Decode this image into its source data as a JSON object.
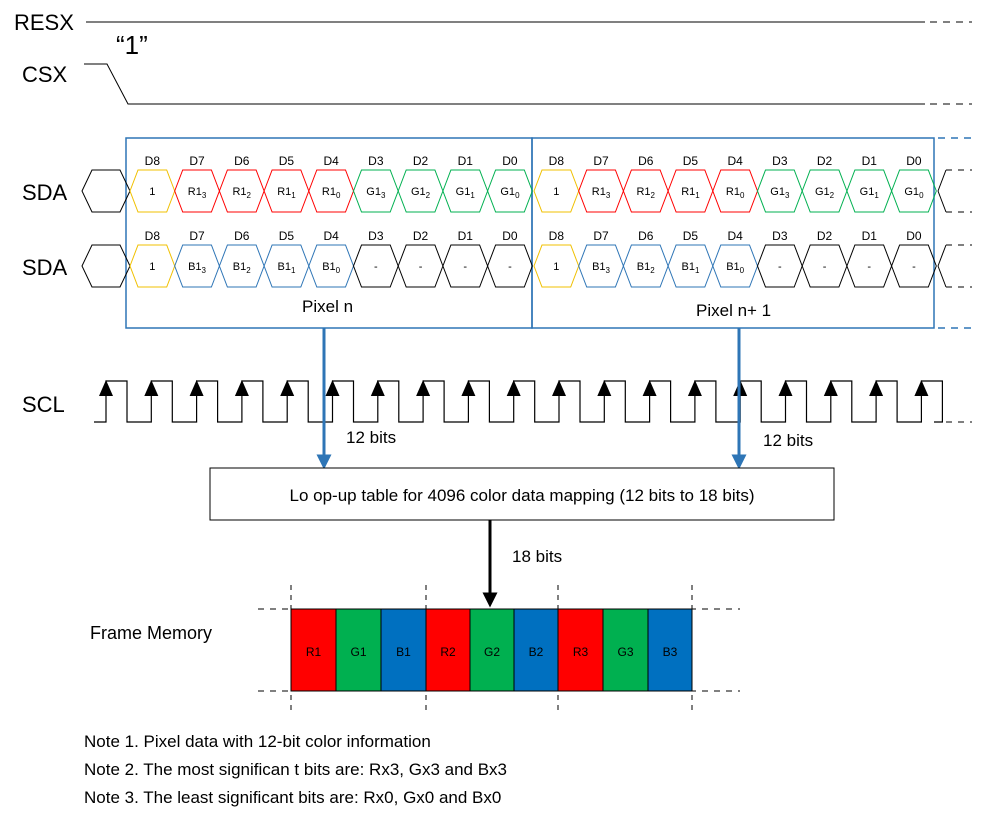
{
  "signals": {
    "resx": "RESX",
    "resx_level": "“1”",
    "csx": "CSX",
    "sda": "SDA",
    "scl": "SCL"
  },
  "bit_headers": [
    "D8",
    "D7",
    "D6",
    "D5",
    "D4",
    "D3",
    "D2",
    "D1",
    "D0"
  ],
  "sda_row1_cells": [
    {
      "base": "1",
      "sub": ""
    },
    {
      "base": "R1",
      "sub": "3"
    },
    {
      "base": "R1",
      "sub": "2"
    },
    {
      "base": "R1",
      "sub": "1"
    },
    {
      "base": "R1",
      "sub": "0"
    },
    {
      "base": "G1",
      "sub": "3"
    },
    {
      "base": "G1",
      "sub": "2"
    },
    {
      "base": "G1",
      "sub": "1"
    },
    {
      "base": "G1",
      "sub": "0"
    }
  ],
  "sda_row2_cells": [
    {
      "base": "1",
      "sub": ""
    },
    {
      "base": "B1",
      "sub": "3"
    },
    {
      "base": "B1",
      "sub": "2"
    },
    {
      "base": "B1",
      "sub": "1"
    },
    {
      "base": "B1",
      "sub": "0"
    },
    {
      "base": "-",
      "sub": ""
    },
    {
      "base": "-",
      "sub": ""
    },
    {
      "base": "-",
      "sub": ""
    },
    {
      "base": "-",
      "sub": ""
    }
  ],
  "pixel_labels": [
    "Pixel n",
    "Pixel n+ 1"
  ],
  "arrow_labels": {
    "left": "12 bits",
    "right": "12 bits",
    "down": "18 bits"
  },
  "lut_label": "Lo op-up table for 4096 color data mapping (12 bits to 18 bits)",
  "frame_memory": {
    "label": "Frame Memory",
    "cells": [
      {
        "label": "R1",
        "color": "#ff0000"
      },
      {
        "label": "G1",
        "color": "#00b050"
      },
      {
        "label": "B1",
        "color": "#0070c0"
      },
      {
        "label": "R2",
        "color": "#ff0000"
      },
      {
        "label": "G2",
        "color": "#00b050"
      },
      {
        "label": "B2",
        "color": "#0070c0"
      },
      {
        "label": "R3",
        "color": "#ff0000"
      },
      {
        "label": "G3",
        "color": "#00b050"
      },
      {
        "label": "B3",
        "color": "#0070c0"
      }
    ]
  },
  "notes": [
    "Note 1. Pixel data with 12-bit color  information",
    "Note 2. The most significan t bits are: Rx3, Gx3 and Bx3",
    "Note 3. The least significant bits are: Rx0, Gx0 and Bx0"
  ],
  "colors": {
    "start_bit": "#f0c000",
    "red": "#ff0000",
    "green": "#00b050",
    "blue": "#2e75b6",
    "black": "#000000"
  }
}
